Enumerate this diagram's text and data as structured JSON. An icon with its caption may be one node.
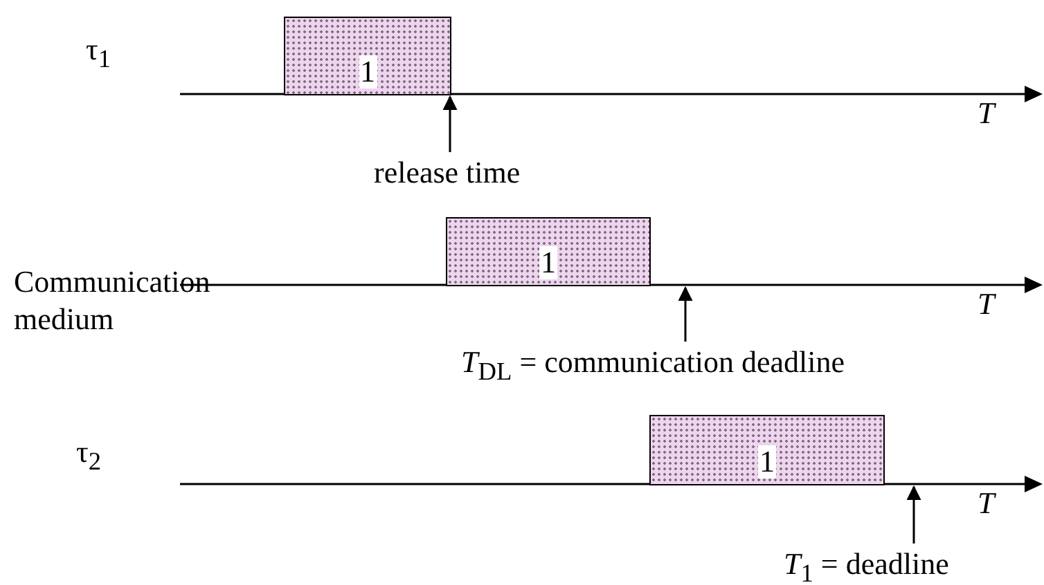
{
  "diagram": {
    "nodes": [
      {
        "text": [
          "1"
        ]
      },
      {
        "text": [
          "1"
        ]
      },
      {
        "text": [
          "1"
        ]
      },
      {
        "text": [
          "release time"
        ]
      },
      {
        "text": [
          "*T*$_{DL}$ = communication deadline"
        ]
      },
      {
        "text": [
          "*T*$_{1}$ = deadline"
        ]
      }
    ],
    "edges": [
      {
        "from": 3,
        "to": 0,
        "arrow": "to"
      },
      {
        "from": 4,
        "to": 1,
        "arrow": "to"
      },
      {
        "from": 5,
        "to": 2,
        "arrow": "to"
      }
    ],
    "labels": [
      "τ$_{1}$",
      "T",
      "Communication medium",
      "T",
      "τ$_{2}$",
      "T"
    ]
  }
}
